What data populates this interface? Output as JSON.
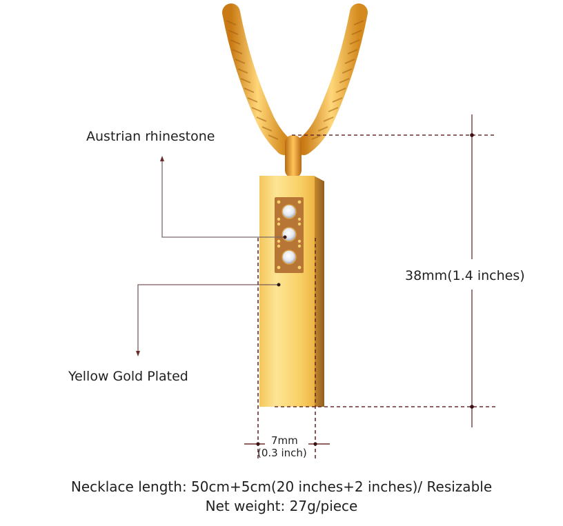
{
  "diagram": {
    "labels": {
      "rhinestone": "Austrian rhinestone",
      "plating": "Yellow Gold Plated",
      "height": "38mm(1.4 inches)",
      "width_mm": "7mm",
      "width_in": "(0.3 inch)"
    },
    "footer": {
      "line1": "Necklace length: 50cm+5cm(20 inches+2 inches)/ Resizable",
      "line2": "Net weight: 27g/piece"
    },
    "colors": {
      "gold_light": "#FDE08A",
      "gold_mid": "#F6C54E",
      "gold_dark": "#C98A1E",
      "inlay_brown": "#B9763A",
      "chain": "#E8A43A",
      "dimension_line": "#6B2A2A",
      "leader_line": "#7a7a7a"
    }
  }
}
